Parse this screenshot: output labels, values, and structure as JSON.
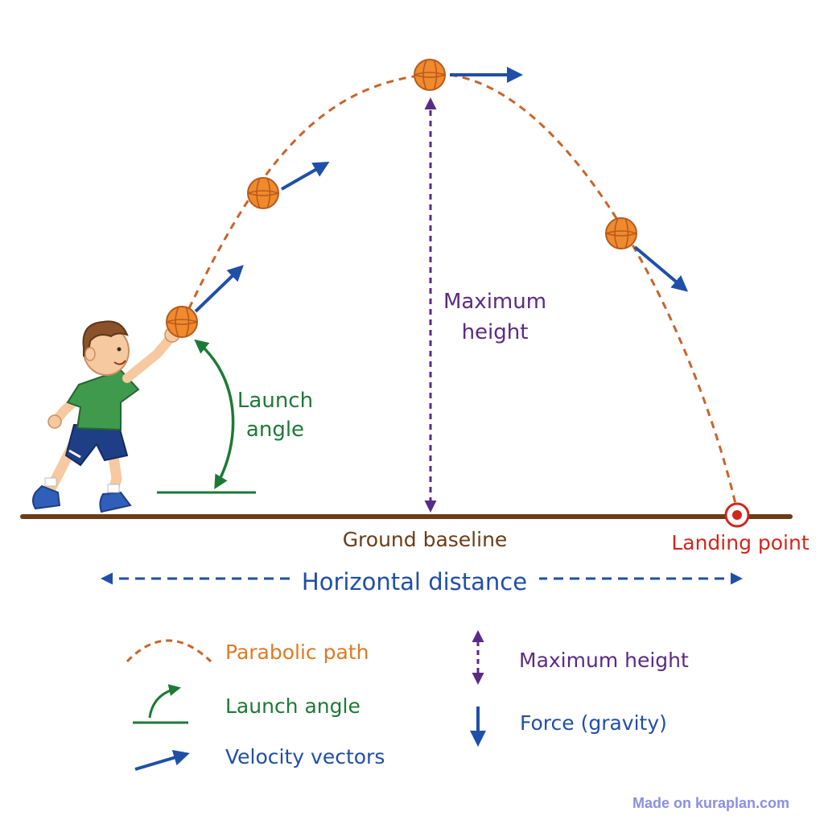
{
  "diagram": {
    "labels": {
      "maximum_height": "Maximum\nheight",
      "launch_angle": "Launch\nangle",
      "ground_baseline": "Ground baseline",
      "landing_point": "Landing point",
      "horizontal_distance": "Horizontal distance"
    },
    "legend": {
      "parabolic_path": "Parabolic path",
      "launch_angle": "Launch angle",
      "velocity_vectors": "Velocity vectors",
      "maximum_height": "Maximum height",
      "force_gravity": "Force (gravity)"
    },
    "colors": {
      "path": "#c8642a",
      "ball": "#f08a2e",
      "velocity": "#1f4fa8",
      "max_height": "#5b2a86",
      "launch_angle": "#1d7a35",
      "ground": "#6b3d17",
      "landing": "#d0271d",
      "shirt": "#3f9a4d",
      "shorts": "#1e3f86",
      "hair": "#8a5229",
      "skin": "#f6c9a0"
    }
  },
  "footer": {
    "watermark": "Made on kuraplan.com"
  }
}
